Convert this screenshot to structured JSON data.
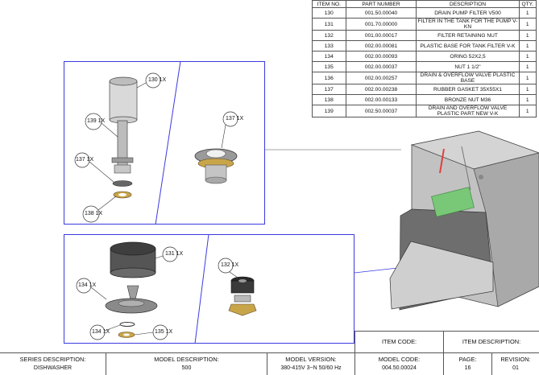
{
  "parts_table": {
    "headers": [
      "ITEM NO.",
      "PART NUMBER",
      "DESCRIPTION",
      "QTY."
    ],
    "rows": [
      {
        "item": "130",
        "part": "001.50.00040",
        "desc": "DRAIN PUMP FILTER V500",
        "qty": "1"
      },
      {
        "item": "131",
        "part": "001.70.00000",
        "desc": "FILTER IN THE TANK FOR THE PUMP V-KN",
        "qty": "1"
      },
      {
        "item": "132",
        "part": "001.00.00017",
        "desc": "FILTER RETAINING NUT",
        "qty": "1"
      },
      {
        "item": "133",
        "part": "002.00.00081",
        "desc": "PLASTIC BASE FOR TANK FILTER V-K",
        "qty": "1"
      },
      {
        "item": "134",
        "part": "002.00.00093",
        "desc": "ORING 52X2,5",
        "qty": "1"
      },
      {
        "item": "135",
        "part": "002.00.00037",
        "desc": "NUT 1 1/2\"",
        "qty": "1"
      },
      {
        "item": "136",
        "part": "002.00.00257",
        "desc": "DRAIN & OVERFLOW  VALVE PLASTIC BASE",
        "qty": "1"
      },
      {
        "item": "137",
        "part": "002.00.00238",
        "desc": "RUBBER GASKET 35X55X1",
        "qty": "1"
      },
      {
        "item": "138",
        "part": "002.00.00133",
        "desc": "BRONZE NUT M36",
        "qty": "1"
      },
      {
        "item": "139",
        "part": "002.50.00037",
        "desc": "DRAIN AND OVERFLOW VALVE PLASTIC PART NEW V-K",
        "qty": "1"
      }
    ]
  },
  "callouts": {
    "c130": "130",
    "c139": "139",
    "c137a": "137",
    "c138": "138",
    "c137b": "137",
    "c131": "131",
    "c134a": "134",
    "c134b": "134",
    "c135": "135",
    "c132": "132",
    "qty_suffix": "1X"
  },
  "title_block": {
    "item_code_label": "ITEM CODE:",
    "item_description_label": "ITEM DESCRIPTION:",
    "series_description_label": "SERIES DESCRIPTION:",
    "series_description_value": "DISHWASHER",
    "model_description_label": "MODEL DESCRIPTION:",
    "model_description_value": "500",
    "model_version_label": "MODEL VERSION:",
    "model_version_value": "380-415V 3~N 50/60 Hz",
    "model_code_label": "MODEL CODE:",
    "model_code_value": "004.50.00024",
    "page_label": "PAGE:",
    "page_value": "16",
    "revision_label": "REVISION:",
    "revision_value": "01"
  },
  "colors": {
    "frame": "#3a3ae0",
    "brass": "#c9a54a",
    "dishwasher_body": "#b8b8b8",
    "accent": "#e04040"
  }
}
